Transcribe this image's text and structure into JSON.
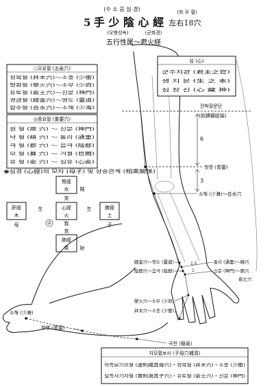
{
  "title": {
    "korean": "(수 소 음 심 경)",
    "number": "5",
    "hanja": "手 少 陰 心 經",
    "count_korean": "(좌 우 혈)",
    "count": "左右18穴",
    "element_korean": "(오행성속)",
    "fire_korean": "(군화경)",
    "element": "五行性属～君火経"
  },
  "five_shu": {
    "header": "○오유혈 (五兪穴)",
    "items": [
      "정목혈 (井木穴)～소충 (少衝)",
      "형화혈 (滎火穴)～소부 (少府)",
      "유토혈 (兪土穴)～신문 (神門)",
      "경금혈 (經金穴)～영도 (靈道)",
      "합수혈 (合水穴)～소해 (少海)"
    ]
  },
  "important": {
    "header": "◎중요혈 (重要穴)",
    "items": [
      "원 혈 (原 穴) ～ 신문 (神門)",
      "낙 혈 (絡 穴) ～ 통리 (通里)",
      "극 혈 (郄 穴) ～ 음극 (陰郄)",
      "모 혈 (募 穴) ～ 거궐 (巨闕)",
      "유 혈 (兪 穴) ～ 심유 (心兪)"
    ]
  },
  "heart": {
    "header": "심 (心)",
    "items": [
      "군주지관 (君主之官)",
      "생 지 본 (生 之 本)",
      "심 장 신 (心 藏 神)"
    ]
  },
  "upper_arm": {
    "crease_korean": "전박횡문단",
    "crease": "(前膊橫紋端)",
    "dim_upper": "6",
    "dim_lower": "3",
    "qingling": "청영 (靑靈)",
    "shaohai": "소해 (少海)～合水穴"
  },
  "relation": {
    "header": "◉심경 (心經)의 모자 (母子) 및 상승관계 (相乘關係)",
    "top": {
      "meridian": "腎經",
      "element": "水",
      "mark": "賊"
    },
    "left": {
      "meridian": "肝經",
      "element": "木",
      "role": "母"
    },
    "center": {
      "meridian": "心經",
      "element": "火",
      "circle": "子",
      "role": "我"
    },
    "right": {
      "meridian": "脾經",
      "element": "土",
      "role": "子"
    },
    "bottom": {
      "meridian": "肺經",
      "element": "金",
      "mark": "財"
    },
    "generate": "生",
    "control": "克"
  },
  "hand": {
    "lingdao": "經金穴～영도 (靈道)",
    "yinxi": "陰郄穴～음극 (陰郄)",
    "tongli": "통리 (通里)～絡穴",
    "shenmen": "신문 (神門)～原穴",
    "shu_earth": "兪土穴",
    "dim_a": "1.5",
    "dim_b": "1",
    "shaofu": "滎火穴～소부 (少府)",
    "shaochong": "井木穴～소충 (少衝)"
  },
  "left_arm": {
    "shaohai": "소해 (少海)",
    "qingling": "청영 (靑靈)",
    "jiquan": "극천 (極泉)"
  },
  "tonify": {
    "header": "자모혈보사 (子母穴補瀉)",
    "items": [
      "허즉보기모혈 (虛則補其母穴)・정목혈 (井木穴)・소충 (少衝)",
      "실즉사기자혈 (實則瀉其子穴)・유토혈 (兪土穴)・신문 (神門)"
    ]
  }
}
